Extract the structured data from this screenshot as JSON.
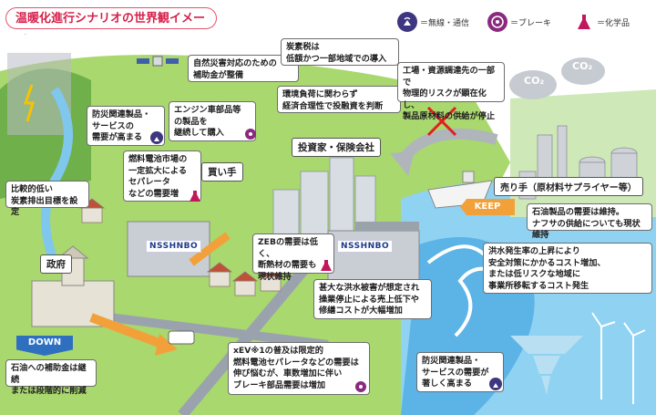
{
  "title": "温暖化進行シナリオの世界観イメージ",
  "legend": {
    "radio": "＝無線・通信",
    "brake": "＝ブレーキ",
    "chem": "＝化学品"
  },
  "labels": {
    "buyer": "買い手",
    "investor": "投資家・保険会社",
    "seller": "売り手（原材料サプライヤー等）",
    "government": "政府",
    "keep": "KEEP",
    "down": "DOWN",
    "logo1": "NSSHNBO",
    "logo2": "NSSHNBO",
    "co2a": "CO₂",
    "co2b": "CO₂"
  },
  "callouts": {
    "subsidy": "自然災害対応のための\n補助金が整備",
    "carbon_tax": "炭素税は\n低額かつ一部地域での導入",
    "investment": "環境負荷に関わらず\n経済合理性で投融資を判断",
    "supply_risk": "工場・資源調達先の一部で\n物理的リスクが顕在化し、\n製品原材料の供給が停止",
    "disaster_products": "防災関連製品・\nサービスの\n需要が高まる",
    "engine_parts": "エンジン車部品等\nの製品を\n継続して購入",
    "fuel_cell": "燃料電池市場の\n一定拡大による\nセパレータ\nなどの需要増",
    "low_target": "比較的低い\n炭素排出目標を設定",
    "petroleum": "石油製品の需要は維持。\nナフサの供給についても現状維持",
    "flood_cost": "洪水発生率の上昇により\n安全対策にかかるコスト増加、\nまたは低リスクな地域に\n事業所移転するコスト発生",
    "zeb": "ZEBの需要は低く、\n断熱材の需要も\n現状維持",
    "flood_damage": "甚大な洪水被害が想定され\n操業停止による売上低下や\n修繕コストが大幅増加",
    "xev": "xEV※1の普及は限定的\n燃料電池セパレータなどの需要は\n伸び悩むが、車数増加に伴い\nブレーキ部品需要は増加",
    "oil_subsidy": "石油への補助金は継続\nまたは段階的に削減",
    "disaster_products2": "防災関連製品・\nサービスの需要が\n著しく高まる"
  },
  "colors": {
    "accent": "#d6204a",
    "sea": "#7fc7ec",
    "land": "#9fd36a",
    "road": "#9aa3ad"
  }
}
